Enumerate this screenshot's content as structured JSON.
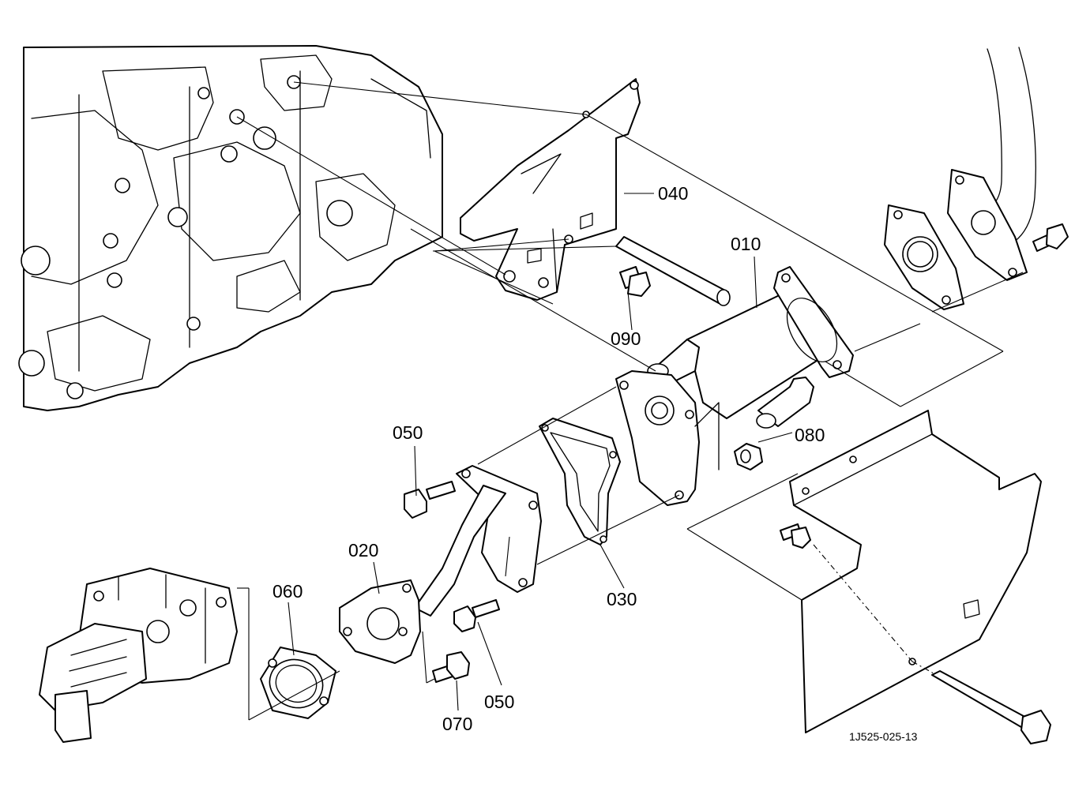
{
  "labels": {
    "p010": "010",
    "p020": "020",
    "p030": "030",
    "p040": "040",
    "p050a": "050",
    "p050b": "050",
    "p060": "060",
    "p070": "070",
    "p080": "080",
    "p090": "090"
  },
  "drawing_code": "1J525-025-13"
}
